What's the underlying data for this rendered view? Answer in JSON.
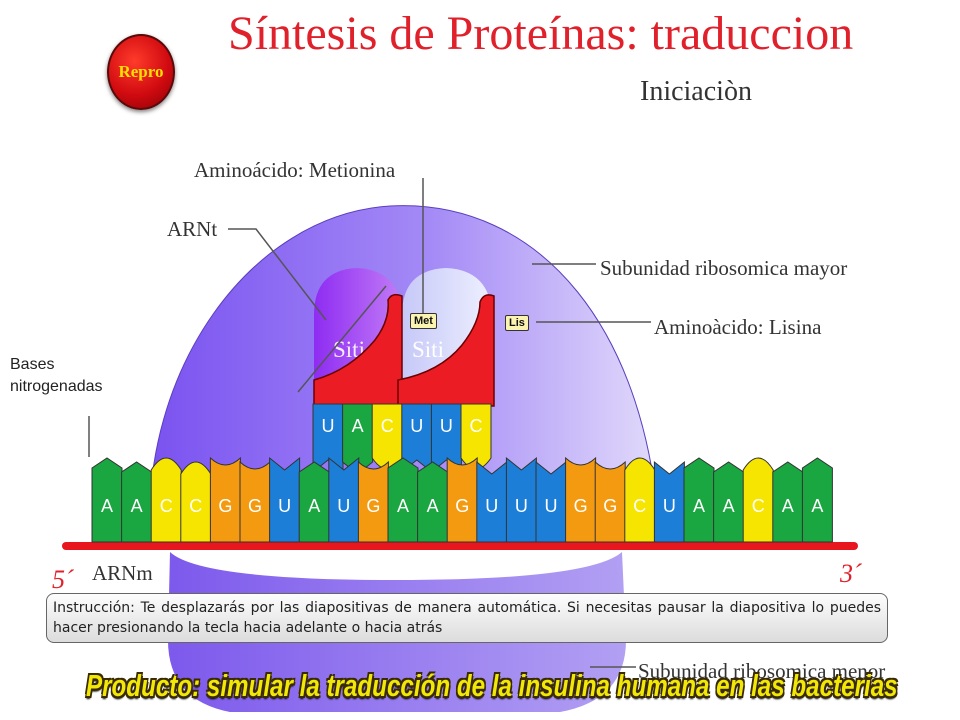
{
  "header": {
    "title": "Síntesis de Proteínas: traduccion",
    "subtitle": "Iniciaciòn",
    "logo_text": "Repro"
  },
  "labels": {
    "aminoacid_met": "Aminoácido: Metionina",
    "trna": "ARNt",
    "large_subunit": "Subunidad ribosomica mayor",
    "aminoacid_lys": "Aminoàcido: Lisina",
    "bases": "Bases nitrogenadas",
    "mrna": "ARNm",
    "five_prime": "5´",
    "three_prime": "3´",
    "small_subunit": "Subunidad ribosomica menor",
    "met_tag": "Met",
    "lys_tag": "Lis",
    "site_p": "Siti",
    "site_a": "Siti"
  },
  "mrna_bases": [
    "A",
    "A",
    "C",
    "C",
    "G",
    "G",
    "U",
    "A",
    "U",
    "G",
    "A",
    "A",
    "G",
    "U",
    "U",
    "U",
    "G",
    "G",
    "C",
    "U",
    "A",
    "A",
    "C",
    "A",
    "A"
  ],
  "anticodons": [
    "U",
    "A",
    "C",
    "U",
    "U",
    "C"
  ],
  "colors": {
    "A": "#1aa640",
    "C": "#f6e500",
    "G": "#f39a10",
    "U": "#1c7ed6",
    "title": "#e0202a",
    "ribosome": "#8a5cf5",
    "strand": "#e8161e"
  },
  "instruction": "Instrucción: Te desplazarás por las diapositivas de manera automática. Si necesitas pausar la diapositiva lo puedes hacer presionando la tecla hacia adelante o hacia atrás",
  "product": "Producto: simular la traducción de la insulina humana en las bacterias"
}
